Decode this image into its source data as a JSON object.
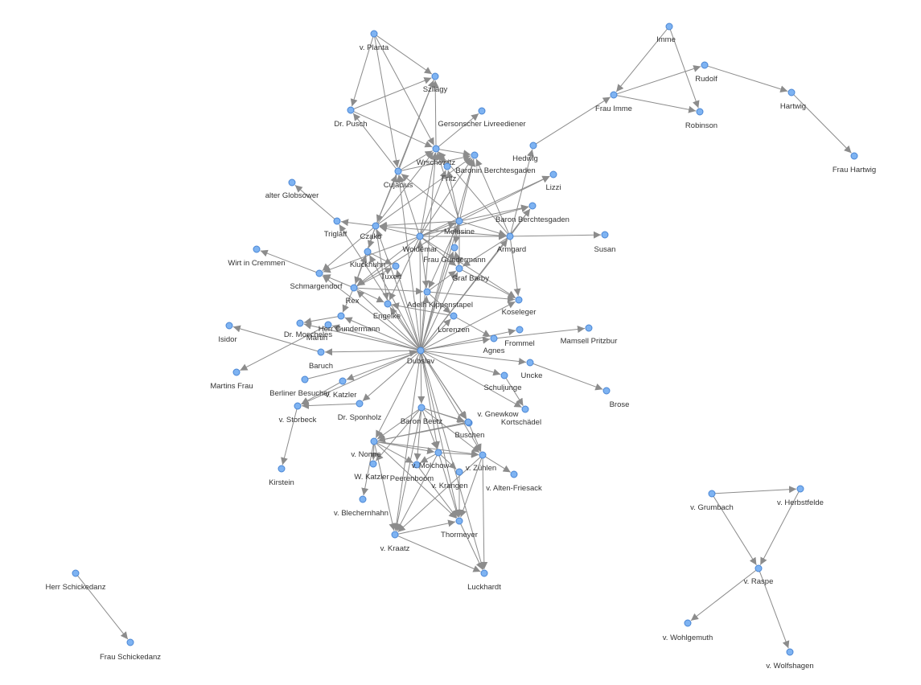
{
  "graph": {
    "nodes": [
      {
        "id": "dubslav",
        "label": "Dubslav"
      },
      {
        "id": "woldemar",
        "label": "Woldemar"
      },
      {
        "id": "melusine",
        "label": "Melusine"
      },
      {
        "id": "armgard",
        "label": "Armgard"
      },
      {
        "id": "czako",
        "label": "Czako"
      },
      {
        "id": "rex",
        "label": "Rex"
      },
      {
        "id": "lorenzen",
        "label": "Lorenzen"
      },
      {
        "id": "adelheid",
        "label": "Adelh Kippenstapel"
      },
      {
        "id": "grafbarby",
        "label": "Graf Barby"
      },
      {
        "id": "fraugundermann",
        "label": "Frau Gundermann"
      },
      {
        "id": "kluckhuhn",
        "label": "Kluckhuhn"
      },
      {
        "id": "tuxen",
        "label": "Tuxen"
      },
      {
        "id": "engelke",
        "label": "Engelke"
      },
      {
        "id": "koseleger",
        "label": "Koseleger"
      },
      {
        "id": "agnes",
        "label": "Agnes"
      },
      {
        "id": "frommel",
        "label": "Frommel"
      },
      {
        "id": "mamsell",
        "label": "Mamsell Pritzbur"
      },
      {
        "id": "uncke",
        "label": "Uncke"
      },
      {
        "id": "brose",
        "label": "Brose"
      },
      {
        "id": "schuljunge",
        "label": "Schuljunge"
      },
      {
        "id": "kortschaedel",
        "label": "Kortschädel"
      },
      {
        "id": "gnewkow",
        "label": "v. Gnewkow"
      },
      {
        "id": "buschen",
        "label": "Buschen"
      },
      {
        "id": "baronbeetz",
        "label": "Baron Beetz"
      },
      {
        "id": "sponholz",
        "label": "Dr. Sponholz"
      },
      {
        "id": "katzler",
        "label": "v. Katzler"
      },
      {
        "id": "storbeck",
        "label": "v. Storbeck"
      },
      {
        "id": "berlinerbesucher",
        "label": "Berliner Besucher"
      },
      {
        "id": "kirstein",
        "label": "Kirstein"
      },
      {
        "id": "baruch",
        "label": "Baruch"
      },
      {
        "id": "martin",
        "label": "Martin"
      },
      {
        "id": "isidor",
        "label": "Isidor"
      },
      {
        "id": "martinsfrau",
        "label": "Martins Frau"
      },
      {
        "id": "moscheles",
        "label": "Dr. Moscheles"
      },
      {
        "id": "herrgundermann",
        "label": "Herr Gundermann"
      },
      {
        "id": "schmargendorf",
        "label": "Schmargendorf"
      },
      {
        "id": "wirt",
        "label": "Wirt in Cremmen"
      },
      {
        "id": "triglaff",
        "label": "Triglaff"
      },
      {
        "id": "globsower",
        "label": "alter Globsower"
      },
      {
        "id": "cujacius",
        "label": "Cujacius"
      },
      {
        "id": "wrschowitz",
        "label": "Wrschowitz"
      },
      {
        "id": "fritz",
        "label": "Fritz"
      },
      {
        "id": "baronin",
        "label": "Baronin Berchtesgaden"
      },
      {
        "id": "baronberch",
        "label": "Baron Berchtesgaden"
      },
      {
        "id": "lizzi",
        "label": "Lizzi"
      },
      {
        "id": "susan",
        "label": "Susan"
      },
      {
        "id": "hedwig",
        "label": "Hedwig"
      },
      {
        "id": "gersonscher",
        "label": "Gersonscher Livreediener"
      },
      {
        "id": "szilagy",
        "label": "Szilagy"
      },
      {
        "id": "planta",
        "label": "v. Planta"
      },
      {
        "id": "pusch",
        "label": "Dr. Pusch"
      },
      {
        "id": "imme",
        "label": "Imme"
      },
      {
        "id": "frauimme",
        "label": "Frau Imme"
      },
      {
        "id": "robinson",
        "label": "Robinson"
      },
      {
        "id": "rudolf",
        "label": "Rudolf"
      },
      {
        "id": "hartwig",
        "label": "Hartwig"
      },
      {
        "id": "frauhartwig",
        "label": "Frau Hartwig"
      },
      {
        "id": "nonne",
        "label": "v. Nonne"
      },
      {
        "id": "wkatzler",
        "label": "W. Katzler"
      },
      {
        "id": "peerenboom",
        "label": "Peerenboom"
      },
      {
        "id": "molchow",
        "label": "v. Molchow"
      },
      {
        "id": "zuehlen",
        "label": "v. Zühlen"
      },
      {
        "id": "krangen",
        "label": "v. Krangen"
      },
      {
        "id": "altenfriesack",
        "label": "v. Alten-Friesack"
      },
      {
        "id": "blechernhahn",
        "label": "v. Blechernhahn"
      },
      {
        "id": "kraatz",
        "label": "v. Kraatz"
      },
      {
        "id": "thormeyer",
        "label": "Thormeyer"
      },
      {
        "id": "luckhardt",
        "label": "Luckhardt"
      },
      {
        "id": "grumbach",
        "label": "v. Grumbach"
      },
      {
        "id": "herbstfelde",
        "label": "v. Herbstfelde"
      },
      {
        "id": "raspe",
        "label": "v. Raspe"
      },
      {
        "id": "wohlgemuth",
        "label": "v. Wohlgemuth"
      },
      {
        "id": "wolfshagen",
        "label": "v. Wolfshagen"
      },
      {
        "id": "herrschickedanz",
        "label": "Herr Schickedanz"
      },
      {
        "id": "frauschickedanz",
        "label": "Frau Schickedanz"
      }
    ],
    "edges": [
      [
        "dubslav",
        "woldemar"
      ],
      [
        "dubslav",
        "melusine"
      ],
      [
        "dubslav",
        "armgard"
      ],
      [
        "dubslav",
        "czako"
      ],
      [
        "dubslav",
        "rex"
      ],
      [
        "dubslav",
        "lorenzen"
      ],
      [
        "dubslav",
        "adelheid"
      ],
      [
        "dubslav",
        "grafbarby"
      ],
      [
        "dubslav",
        "fraugundermann"
      ],
      [
        "dubslav",
        "kluckhuhn"
      ],
      [
        "dubslav",
        "tuxen"
      ],
      [
        "dubslav",
        "engelke"
      ],
      [
        "dubslav",
        "koseleger"
      ],
      [
        "dubslav",
        "agnes"
      ],
      [
        "dubslav",
        "frommel"
      ],
      [
        "dubslav",
        "uncke"
      ],
      [
        "dubslav",
        "schuljunge"
      ],
      [
        "dubslav",
        "kortschaedel"
      ],
      [
        "dubslav",
        "gnewkow"
      ],
      [
        "dubslav",
        "buschen"
      ],
      [
        "dubslav",
        "baronbeetz"
      ],
      [
        "dubslav",
        "sponholz"
      ],
      [
        "dubslav",
        "katzler"
      ],
      [
        "dubslav",
        "storbeck"
      ],
      [
        "dubslav",
        "baruch"
      ],
      [
        "dubslav",
        "herrgundermann"
      ],
      [
        "dubslav",
        "schmargendorf"
      ],
      [
        "dubslav",
        "cujacius"
      ],
      [
        "dubslav",
        "wrschowitz"
      ],
      [
        "dubslav",
        "baronin"
      ],
      [
        "dubslav",
        "baronberch"
      ],
      [
        "dubslav",
        "nonne"
      ],
      [
        "dubslav",
        "molchow"
      ],
      [
        "dubslav",
        "zuehlen"
      ],
      [
        "dubslav",
        "kraatz"
      ],
      [
        "dubslav",
        "thormeyer"
      ],
      [
        "dubslav",
        "luckhardt"
      ],
      [
        "dubslav",
        "moscheles"
      ],
      [
        "dubslav",
        "martin"
      ],
      [
        "dubslav",
        "triglaff"
      ],
      [
        "woldemar",
        "melusine"
      ],
      [
        "woldemar",
        "armgard"
      ],
      [
        "woldemar",
        "czako"
      ],
      [
        "woldemar",
        "rex"
      ],
      [
        "woldemar",
        "wrschowitz"
      ],
      [
        "woldemar",
        "cujacius"
      ],
      [
        "woldemar",
        "baronin"
      ],
      [
        "woldemar",
        "baronberch"
      ],
      [
        "woldemar",
        "fritz"
      ],
      [
        "woldemar",
        "lizzi"
      ],
      [
        "woldemar",
        "grafbarby"
      ],
      [
        "woldemar",
        "adelheid"
      ],
      [
        "woldemar",
        "engelke"
      ],
      [
        "woldemar",
        "koseleger"
      ],
      [
        "woldemar",
        "schmargendorf"
      ],
      [
        "melusine",
        "armgard"
      ],
      [
        "melusine",
        "czako"
      ],
      [
        "melusine",
        "wrschowitz"
      ],
      [
        "melusine",
        "baronin"
      ],
      [
        "melusine",
        "baronberch"
      ],
      [
        "melusine",
        "grafbarby"
      ],
      [
        "melusine",
        "fraugundermann"
      ],
      [
        "melusine",
        "cujacius"
      ],
      [
        "melusine",
        "lizzi"
      ],
      [
        "melusine",
        "adelheid"
      ],
      [
        "melusine",
        "rex"
      ],
      [
        "melusine",
        "fritz"
      ],
      [
        "armgard",
        "czako"
      ],
      [
        "armgard",
        "grafbarby"
      ],
      [
        "armgard",
        "baronberch"
      ],
      [
        "armgard",
        "baronin"
      ],
      [
        "armgard",
        "wrschowitz"
      ],
      [
        "armgard",
        "susan"
      ],
      [
        "armgard",
        "koseleger"
      ],
      [
        "armgard",
        "hedwig"
      ],
      [
        "czako",
        "rex"
      ],
      [
        "czako",
        "kluckhuhn"
      ],
      [
        "czako",
        "schmargendorf"
      ],
      [
        "czako",
        "cujacius"
      ],
      [
        "czako",
        "wrschowitz"
      ],
      [
        "czako",
        "triglaff"
      ],
      [
        "czako",
        "baronin"
      ],
      [
        "czako",
        "engelke"
      ],
      [
        "cujacius",
        "wrschowitz"
      ],
      [
        "cujacius",
        "pusch"
      ],
      [
        "cujacius",
        "szilagy"
      ],
      [
        "cujacius",
        "baronin"
      ],
      [
        "wrschowitz",
        "szilagy"
      ],
      [
        "wrschowitz",
        "baronin"
      ],
      [
        "wrschowitz",
        "gersonscher"
      ],
      [
        "wrschowitz",
        "fritz"
      ],
      [
        "planta",
        "szilagy"
      ],
      [
        "planta",
        "pusch"
      ],
      [
        "pusch",
        "szilagy"
      ],
      [
        "planta",
        "wrschowitz"
      ],
      [
        "planta",
        "cujacius"
      ],
      [
        "szilagy",
        "czako"
      ],
      [
        "pusch",
        "wrschowitz"
      ],
      [
        "rex",
        "schmargendorf"
      ],
      [
        "rex",
        "engelke"
      ],
      [
        "rex",
        "adelheid"
      ],
      [
        "rex",
        "tuxen"
      ],
      [
        "rex",
        "kluckhuhn"
      ],
      [
        "rex",
        "herrgundermann"
      ],
      [
        "adelheid",
        "lorenzen"
      ],
      [
        "adelheid",
        "koseleger"
      ],
      [
        "adelheid",
        "grafbarby"
      ],
      [
        "lorenzen",
        "engelke"
      ],
      [
        "lorenzen",
        "agnes"
      ],
      [
        "grafbarby",
        "fraugundermann"
      ],
      [
        "grafbarby",
        "koseleger"
      ],
      [
        "schmargendorf",
        "wirt"
      ],
      [
        "triglaff",
        "globsower"
      ],
      [
        "kluckhuhn",
        "tuxen"
      ],
      [
        "baruch",
        "isidor"
      ],
      [
        "martin",
        "martinsfrau"
      ],
      [
        "herrgundermann",
        "moscheles"
      ],
      [
        "berlinerbesucher",
        "dubslav"
      ],
      [
        "agnes",
        "mamsell"
      ],
      [
        "uncke",
        "brose"
      ],
      [
        "schuljunge",
        "kortschaedel"
      ],
      [
        "storbeck",
        "kirstein"
      ],
      [
        "katzler",
        "storbeck"
      ],
      [
        "sponholz",
        "storbeck"
      ],
      [
        "baronbeetz",
        "nonne"
      ],
      [
        "baronbeetz",
        "molchow"
      ],
      [
        "baronbeetz",
        "zuehlen"
      ],
      [
        "baronbeetz",
        "buschen"
      ],
      [
        "baronbeetz",
        "gnewkow"
      ],
      [
        "baronbeetz",
        "kraatz"
      ],
      [
        "baronbeetz",
        "wkatzler"
      ],
      [
        "baronbeetz",
        "peerenboom"
      ],
      [
        "nonne",
        "molchow"
      ],
      [
        "nonne",
        "zuehlen"
      ],
      [
        "nonne",
        "kraatz"
      ],
      [
        "nonne",
        "thormeyer"
      ],
      [
        "nonne",
        "wkatzler"
      ],
      [
        "nonne",
        "peerenboom"
      ],
      [
        "nonne",
        "blechernhahn"
      ],
      [
        "molchow",
        "zuehlen"
      ],
      [
        "molchow",
        "kraatz"
      ],
      [
        "molchow",
        "thormeyer"
      ],
      [
        "molchow",
        "krangen"
      ],
      [
        "molchow",
        "peerenboom"
      ],
      [
        "zuehlen",
        "kraatz"
      ],
      [
        "zuehlen",
        "thormeyer"
      ],
      [
        "zuehlen",
        "altenfriesack"
      ],
      [
        "zuehlen",
        "luckhardt"
      ],
      [
        "kraatz",
        "thormeyer"
      ],
      [
        "kraatz",
        "luckhardt"
      ],
      [
        "thormeyer",
        "luckhardt"
      ],
      [
        "buschen",
        "zuehlen"
      ],
      [
        "buschen",
        "nonne"
      ],
      [
        "gnewkow",
        "nonne"
      ],
      [
        "krangen",
        "thormeyer"
      ],
      [
        "peerenboom",
        "thormeyer"
      ],
      [
        "hedwig",
        "frauimme"
      ],
      [
        "imme",
        "frauimme"
      ],
      [
        "imme",
        "robinson"
      ],
      [
        "frauimme",
        "robinson"
      ],
      [
        "frauimme",
        "rudolf"
      ],
      [
        "rudolf",
        "hartwig"
      ],
      [
        "hartwig",
        "frauhartwig"
      ],
      [
        "grumbach",
        "herbstfelde"
      ],
      [
        "grumbach",
        "raspe"
      ],
      [
        "herbstfelde",
        "raspe"
      ],
      [
        "raspe",
        "wohlgemuth"
      ],
      [
        "raspe",
        "wolfshagen"
      ],
      [
        "herrschickedanz",
        "frauschickedanz"
      ]
    ]
  }
}
